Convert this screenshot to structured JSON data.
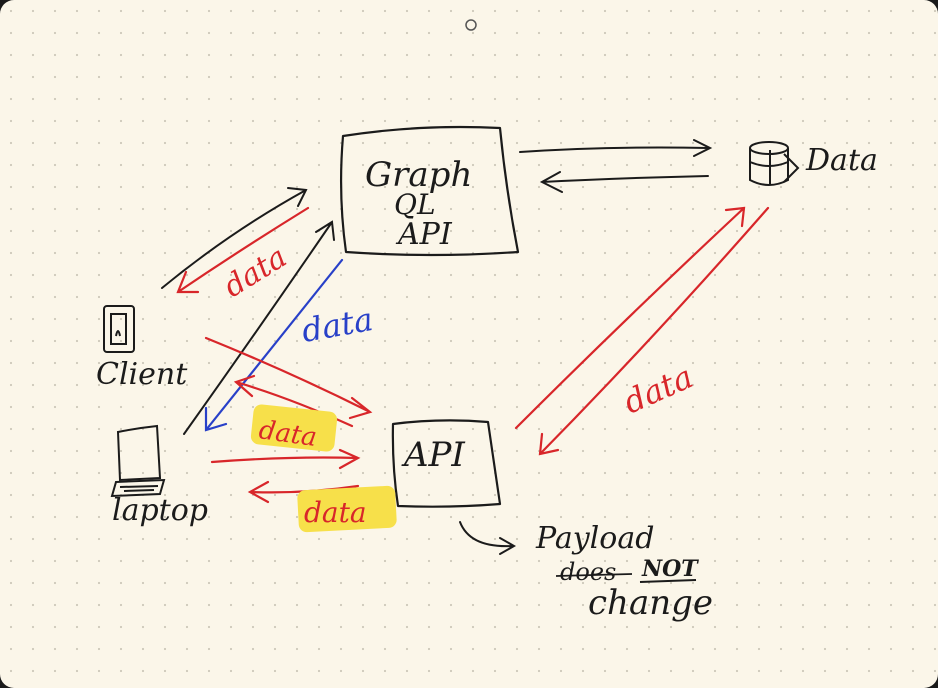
{
  "colors": {
    "paper": "#fbf6e9",
    "ink": "#1b1b1b",
    "red": "#d8262a",
    "blue": "#2840c8",
    "highlight": "#f7e04a",
    "dot": "#c9c4b6"
  },
  "nodes": {
    "graphql": {
      "line1": "Graph",
      "line2": "QL",
      "line3": "API"
    },
    "data_store": {
      "label": "Data",
      "icon": "database-icon"
    },
    "client": {
      "label": "Client",
      "icon": "phone-icon"
    },
    "laptop": {
      "label": "laptop",
      "icon": "laptop-icon"
    },
    "rest_api": {
      "label": "API"
    }
  },
  "arrow_labels": {
    "client_graphql": "data",
    "laptop_graphql": "data",
    "client_api": "data",
    "laptop_api": "data",
    "api_data": "data"
  },
  "note": {
    "line1": "Payload",
    "line2_word": "does",
    "line2_emph": "NOT",
    "line3": "change"
  },
  "toolbar": {
    "dot_icon": "circle-icon"
  }
}
